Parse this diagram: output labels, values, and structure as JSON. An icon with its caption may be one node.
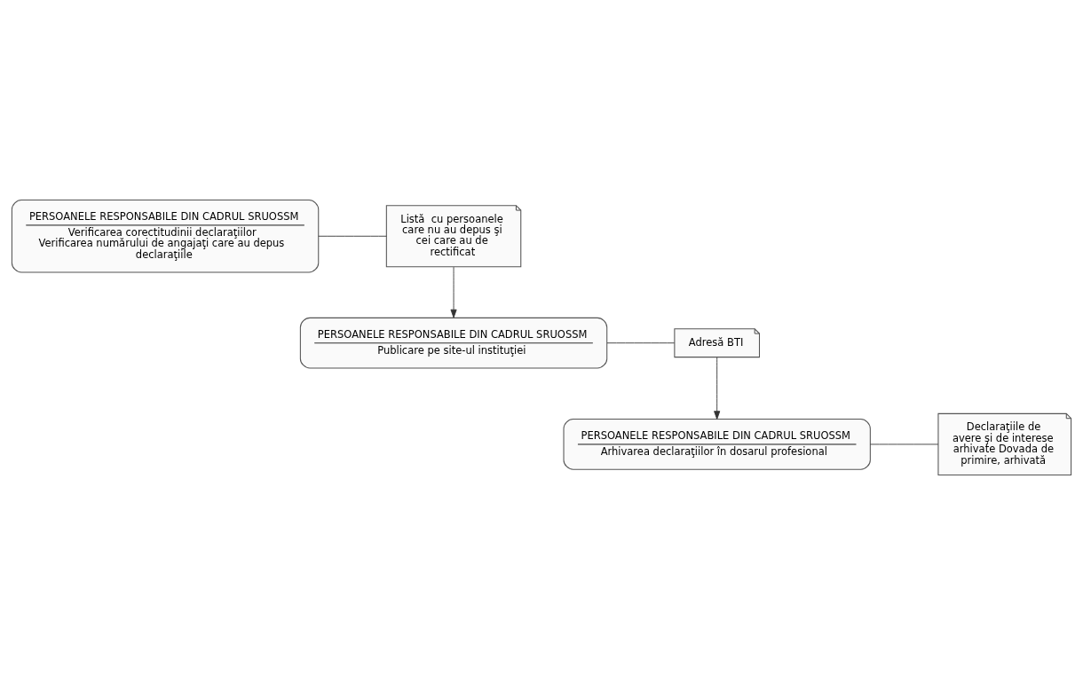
{
  "diagram": {
    "nodes": [
      {
        "text": [
          "PERSOANELE RESPONSABILE DIN CADRUL SRUOSSM",
          "Verificarea corectitudinii declaraţiilor Verificarea numărului de angajaţi care au depus declaraţiile"
        ]
      },
      {
        "text": [
          "Listă  cu persoanele care nu au depus şi cei care au de rectificat"
        ]
      },
      {
        "text": [
          "PERSOANELE RESPONSABILE DIN CADRUL SRUOSSM",
          "Publicare pe site-ul instituţiei"
        ]
      },
      {
        "text": [
          "Adresă BTI"
        ]
      },
      {
        "text": [
          "PERSOANELE RESPONSABILE DIN CADRUL SRUOSSM",
          "Arhivarea declaraţiilor în dosarul profesional"
        ]
      },
      {
        "text": [
          "Declaraţiile de avere şi de interese arhivate Dovada de primire, arhivată"
        ]
      }
    ],
    "edges": [
      {
        "from": 0,
        "to": 1,
        "arrow": "none"
      },
      {
        "from": 1,
        "to": 2,
        "arrow": "to"
      },
      {
        "from": 2,
        "to": 3,
        "arrow": "none"
      },
      {
        "from": 3,
        "to": 4,
        "arrow": "to"
      },
      {
        "from": 4,
        "to": 5,
        "arrow": "none"
      }
    ]
  }
}
